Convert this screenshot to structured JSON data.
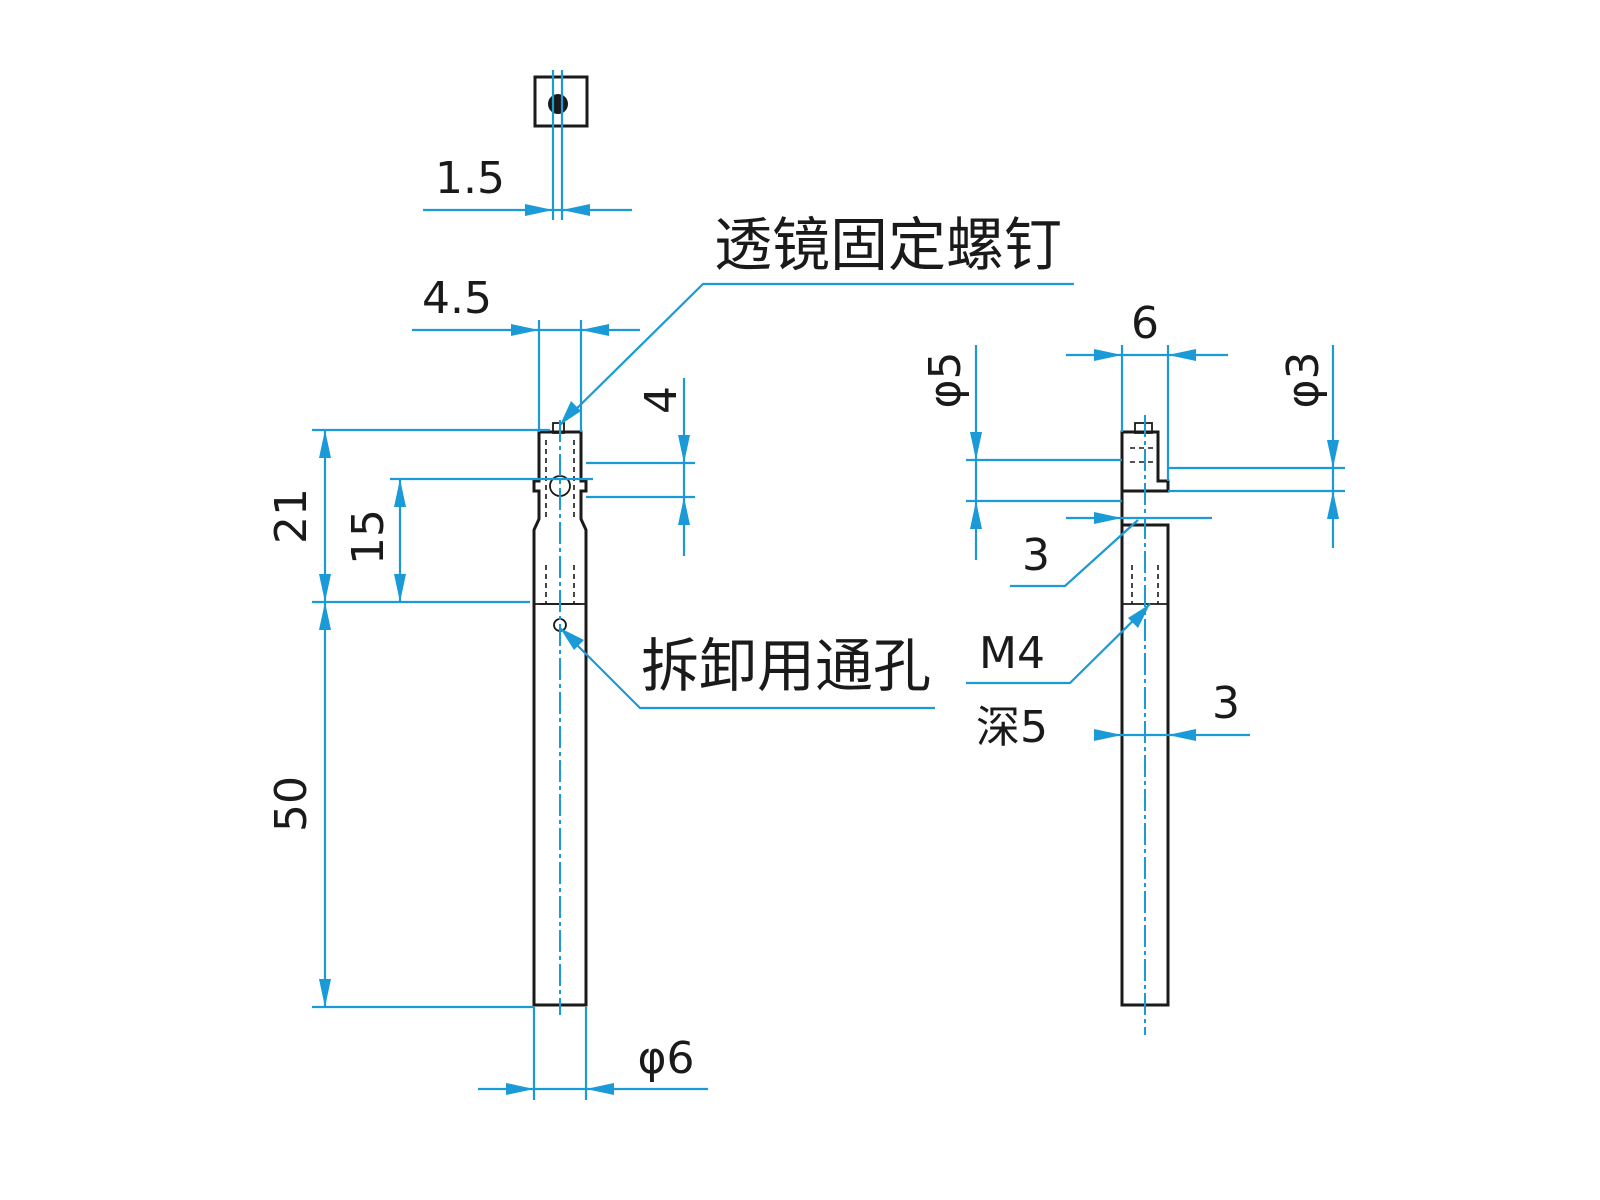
{
  "labels": {
    "lens_screw": "透镜固定螺钉",
    "through_hole": "拆卸用通孔",
    "thread": "M4",
    "thread_depth": "深5"
  },
  "dimensions": {
    "top_slot_width": "1.5",
    "head_width": "4.5",
    "head_height": "4",
    "length_head": "21",
    "length_neck": "15",
    "length_shaft": "50",
    "shaft_diameter": "φ6",
    "side_width": "6",
    "dia_5": "φ5",
    "dia_3": "φ3",
    "step_3": "3",
    "bottom_3": "3"
  },
  "colors": {
    "dimension_line": "#1a9ad6",
    "outline": "#1a1a1a"
  }
}
